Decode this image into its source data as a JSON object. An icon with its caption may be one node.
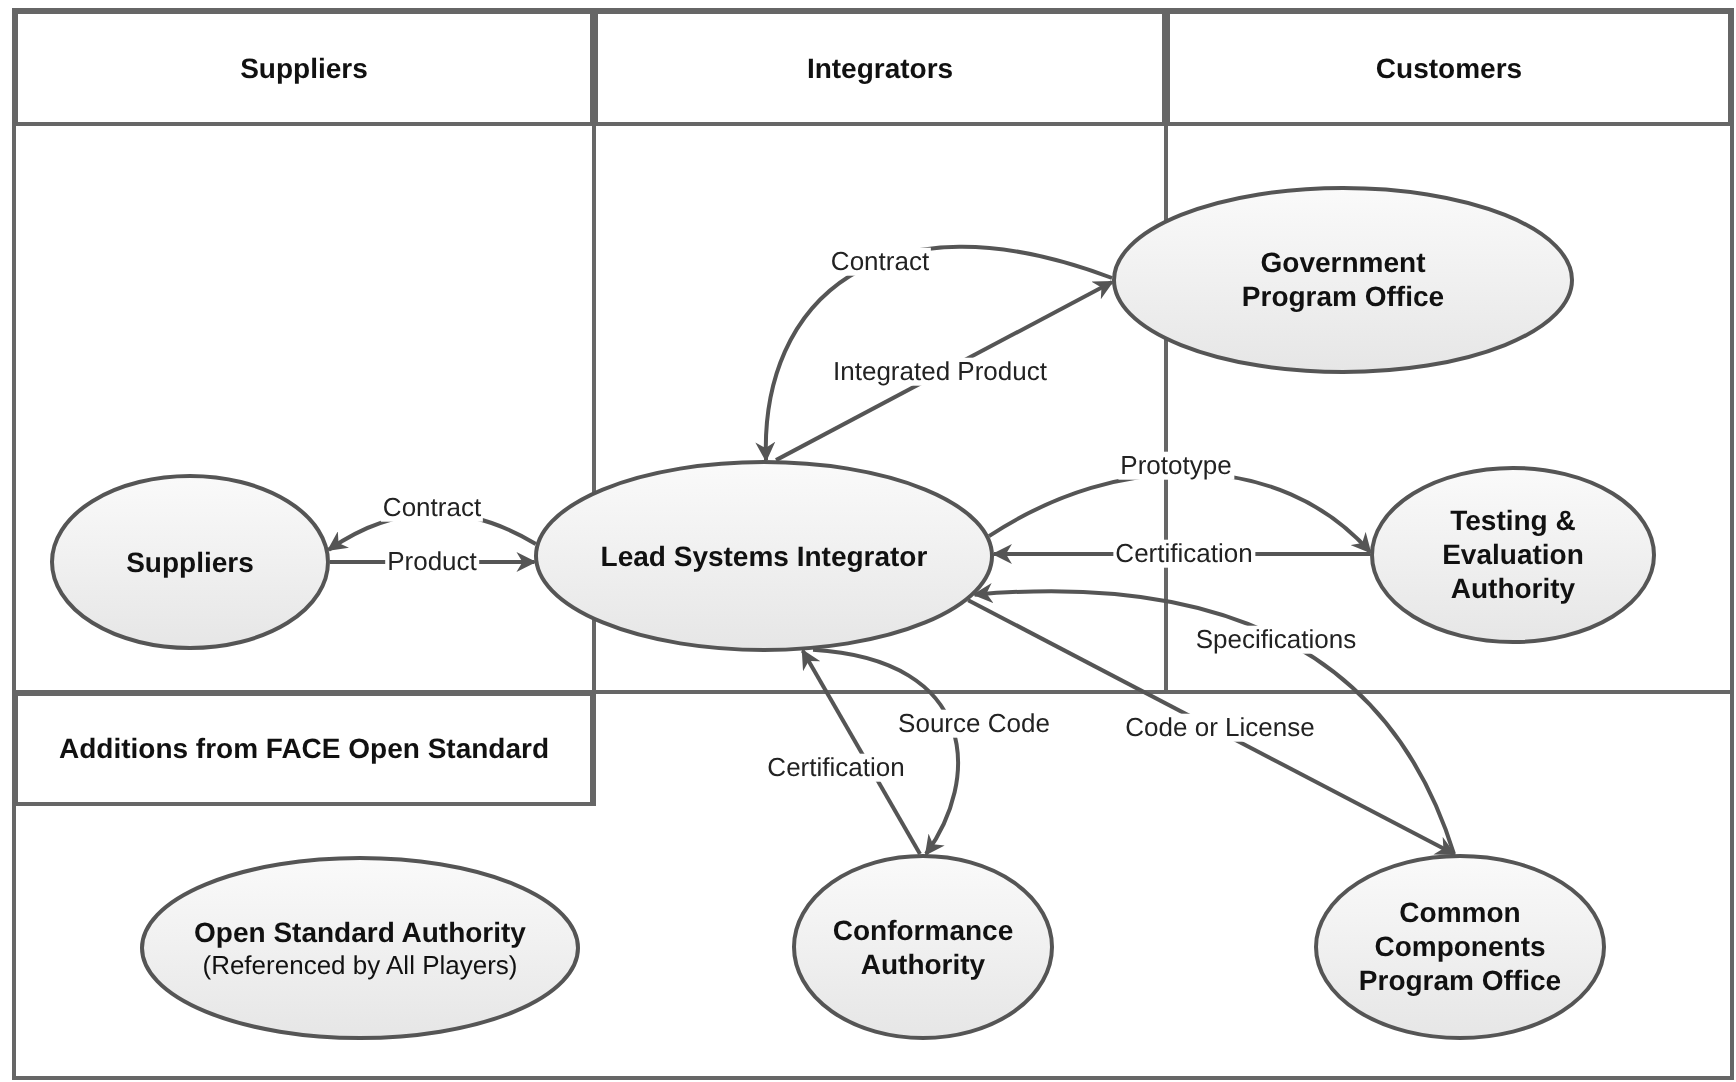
{
  "diagram": {
    "nodes": [
      {
        "text": [
          "Suppliers"
        ]
      },
      {
        "text": [
          "Integrators"
        ]
      },
      {
        "text": [
          "Customers"
        ]
      },
      {
        "text": [
          "Government Program Office"
        ]
      },
      {
        "text": [
          "Suppliers"
        ]
      },
      {
        "text": [
          "Lead Systems Integrator"
        ]
      },
      {
        "text": [
          "Testing & Evaluation Authority"
        ]
      },
      {
        "text": [
          "Additions from FACE Open Standard"
        ]
      },
      {
        "text": [
          "Open Standard Authority",
          "(Referenced by All Players)"
        ]
      },
      {
        "text": [
          "Conformance Authority"
        ]
      },
      {
        "text": [
          "Common Components Program Office"
        ]
      }
    ],
    "edges": [
      {
        "from": 5,
        "to": 4,
        "arrow": "to",
        "label": "Contract"
      },
      {
        "from": 4,
        "to": 5,
        "arrow": "to",
        "label": "Product"
      },
      {
        "from": 3,
        "to": 5,
        "arrow": "to",
        "label": "Contract"
      },
      {
        "from": 5,
        "to": 3,
        "arrow": "to",
        "label": "Integrated Product"
      },
      {
        "from": 5,
        "to": 6,
        "arrow": "to",
        "label": "Prototype"
      },
      {
        "from": 6,
        "to": 5,
        "arrow": "to",
        "label": "Certification"
      },
      {
        "from": 10,
        "to": 5,
        "arrow": "to",
        "label": "Specifications"
      },
      {
        "from": 5,
        "to": 10,
        "arrow": "to",
        "label": "Code or License"
      },
      {
        "from": 5,
        "to": 9,
        "arrow": "to",
        "label": "Source Code"
      },
      {
        "from": 9,
        "to": 5,
        "arrow": "to",
        "label": "Certification"
      }
    ]
  }
}
